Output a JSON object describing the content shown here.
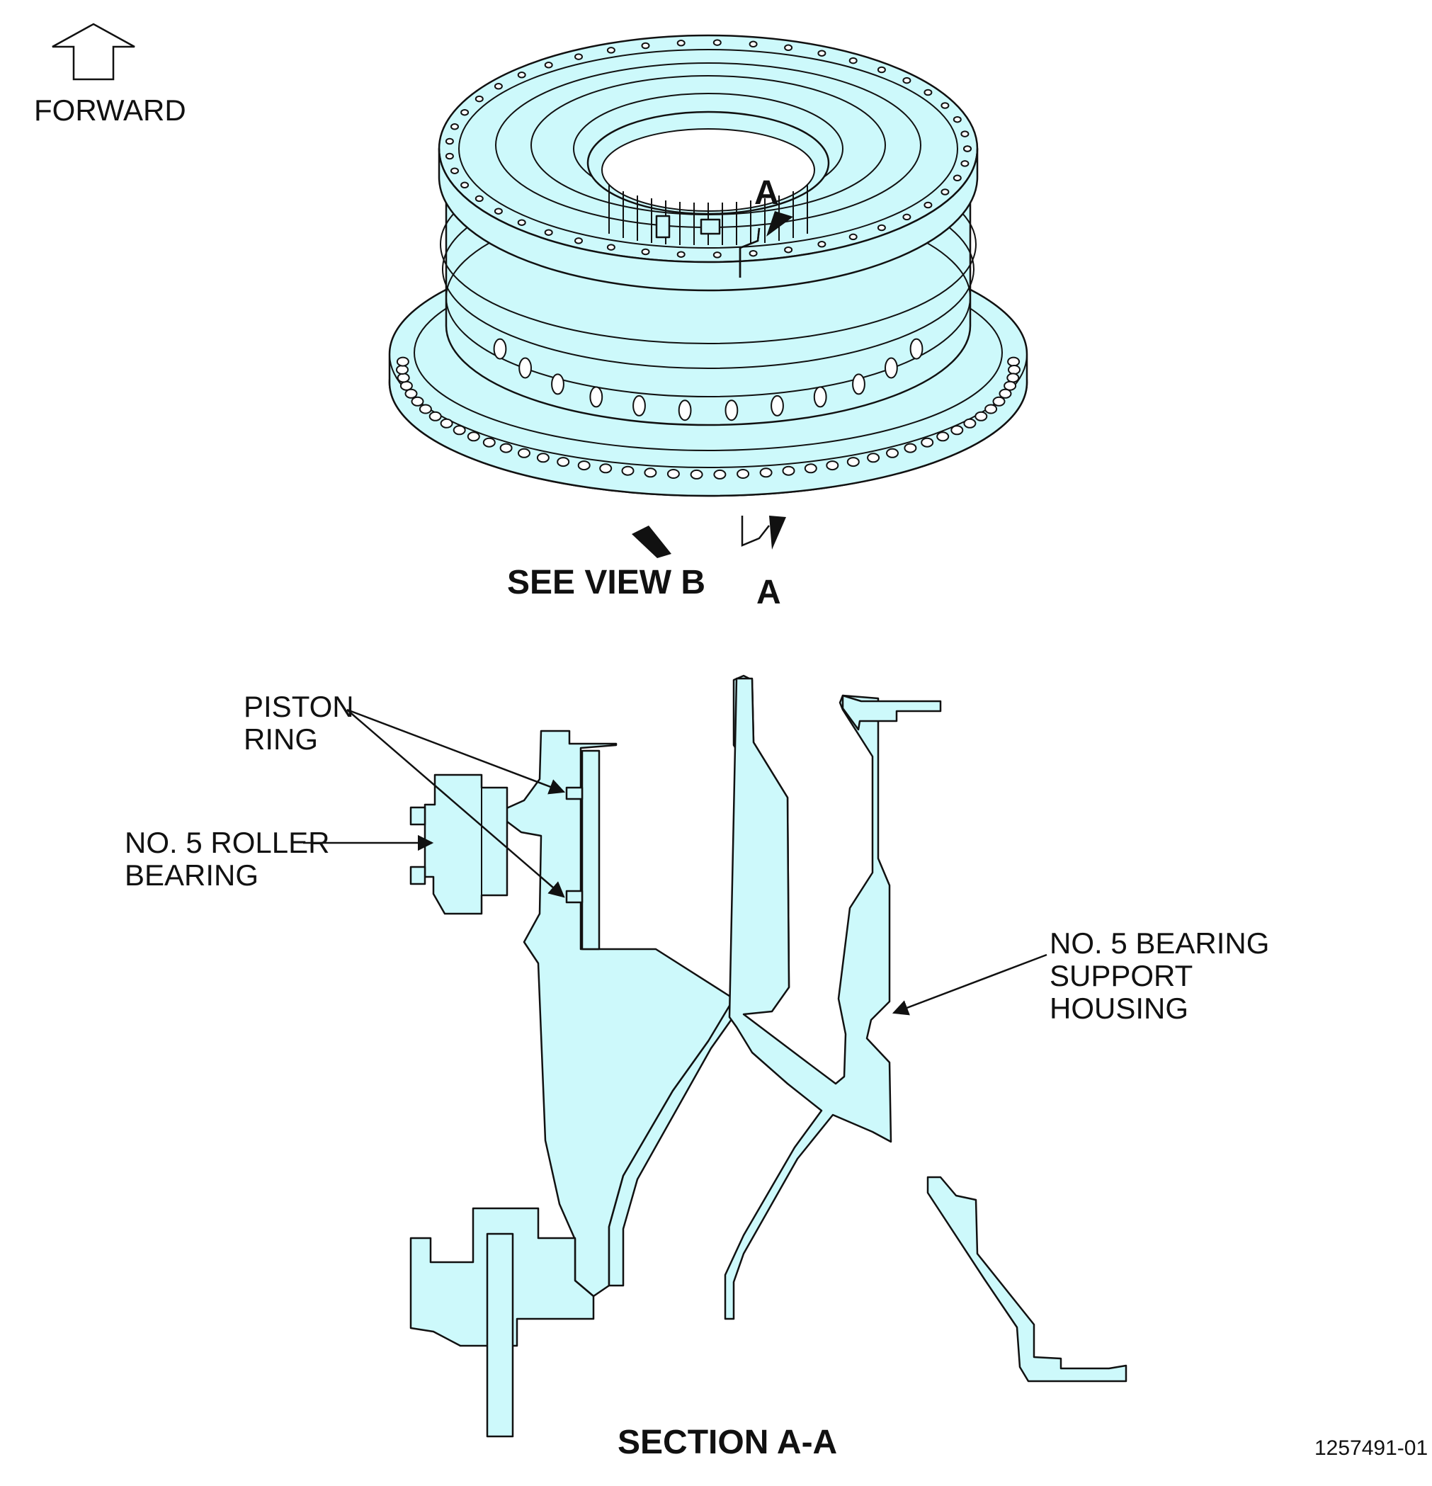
{
  "labels": {
    "forward": "FORWARD",
    "section_letter_top": "A",
    "section_letter_bottom": "A",
    "see_view": "SEE VIEW B",
    "piston_ring_line1": "PISTON",
    "piston_ring_line2": "RING",
    "roller_bearing_line1": "NO. 5 ROLLER",
    "roller_bearing_line2": "BEARING",
    "support_housing_line1": "NO. 5 BEARING",
    "support_housing_line2": "SUPPORT",
    "support_housing_line3": "HOUSING",
    "section_title": "SECTION A-A",
    "figure_number": "1257491-01"
  },
  "colors": {
    "part_fill": "#cdf9fb",
    "outline": "#111111"
  },
  "icons": {
    "forward_arrow": "forward-arrow-icon",
    "view_b_arrow": "view-arrow-icon",
    "section_cut_marker": "section-cut-arrow-icon"
  }
}
